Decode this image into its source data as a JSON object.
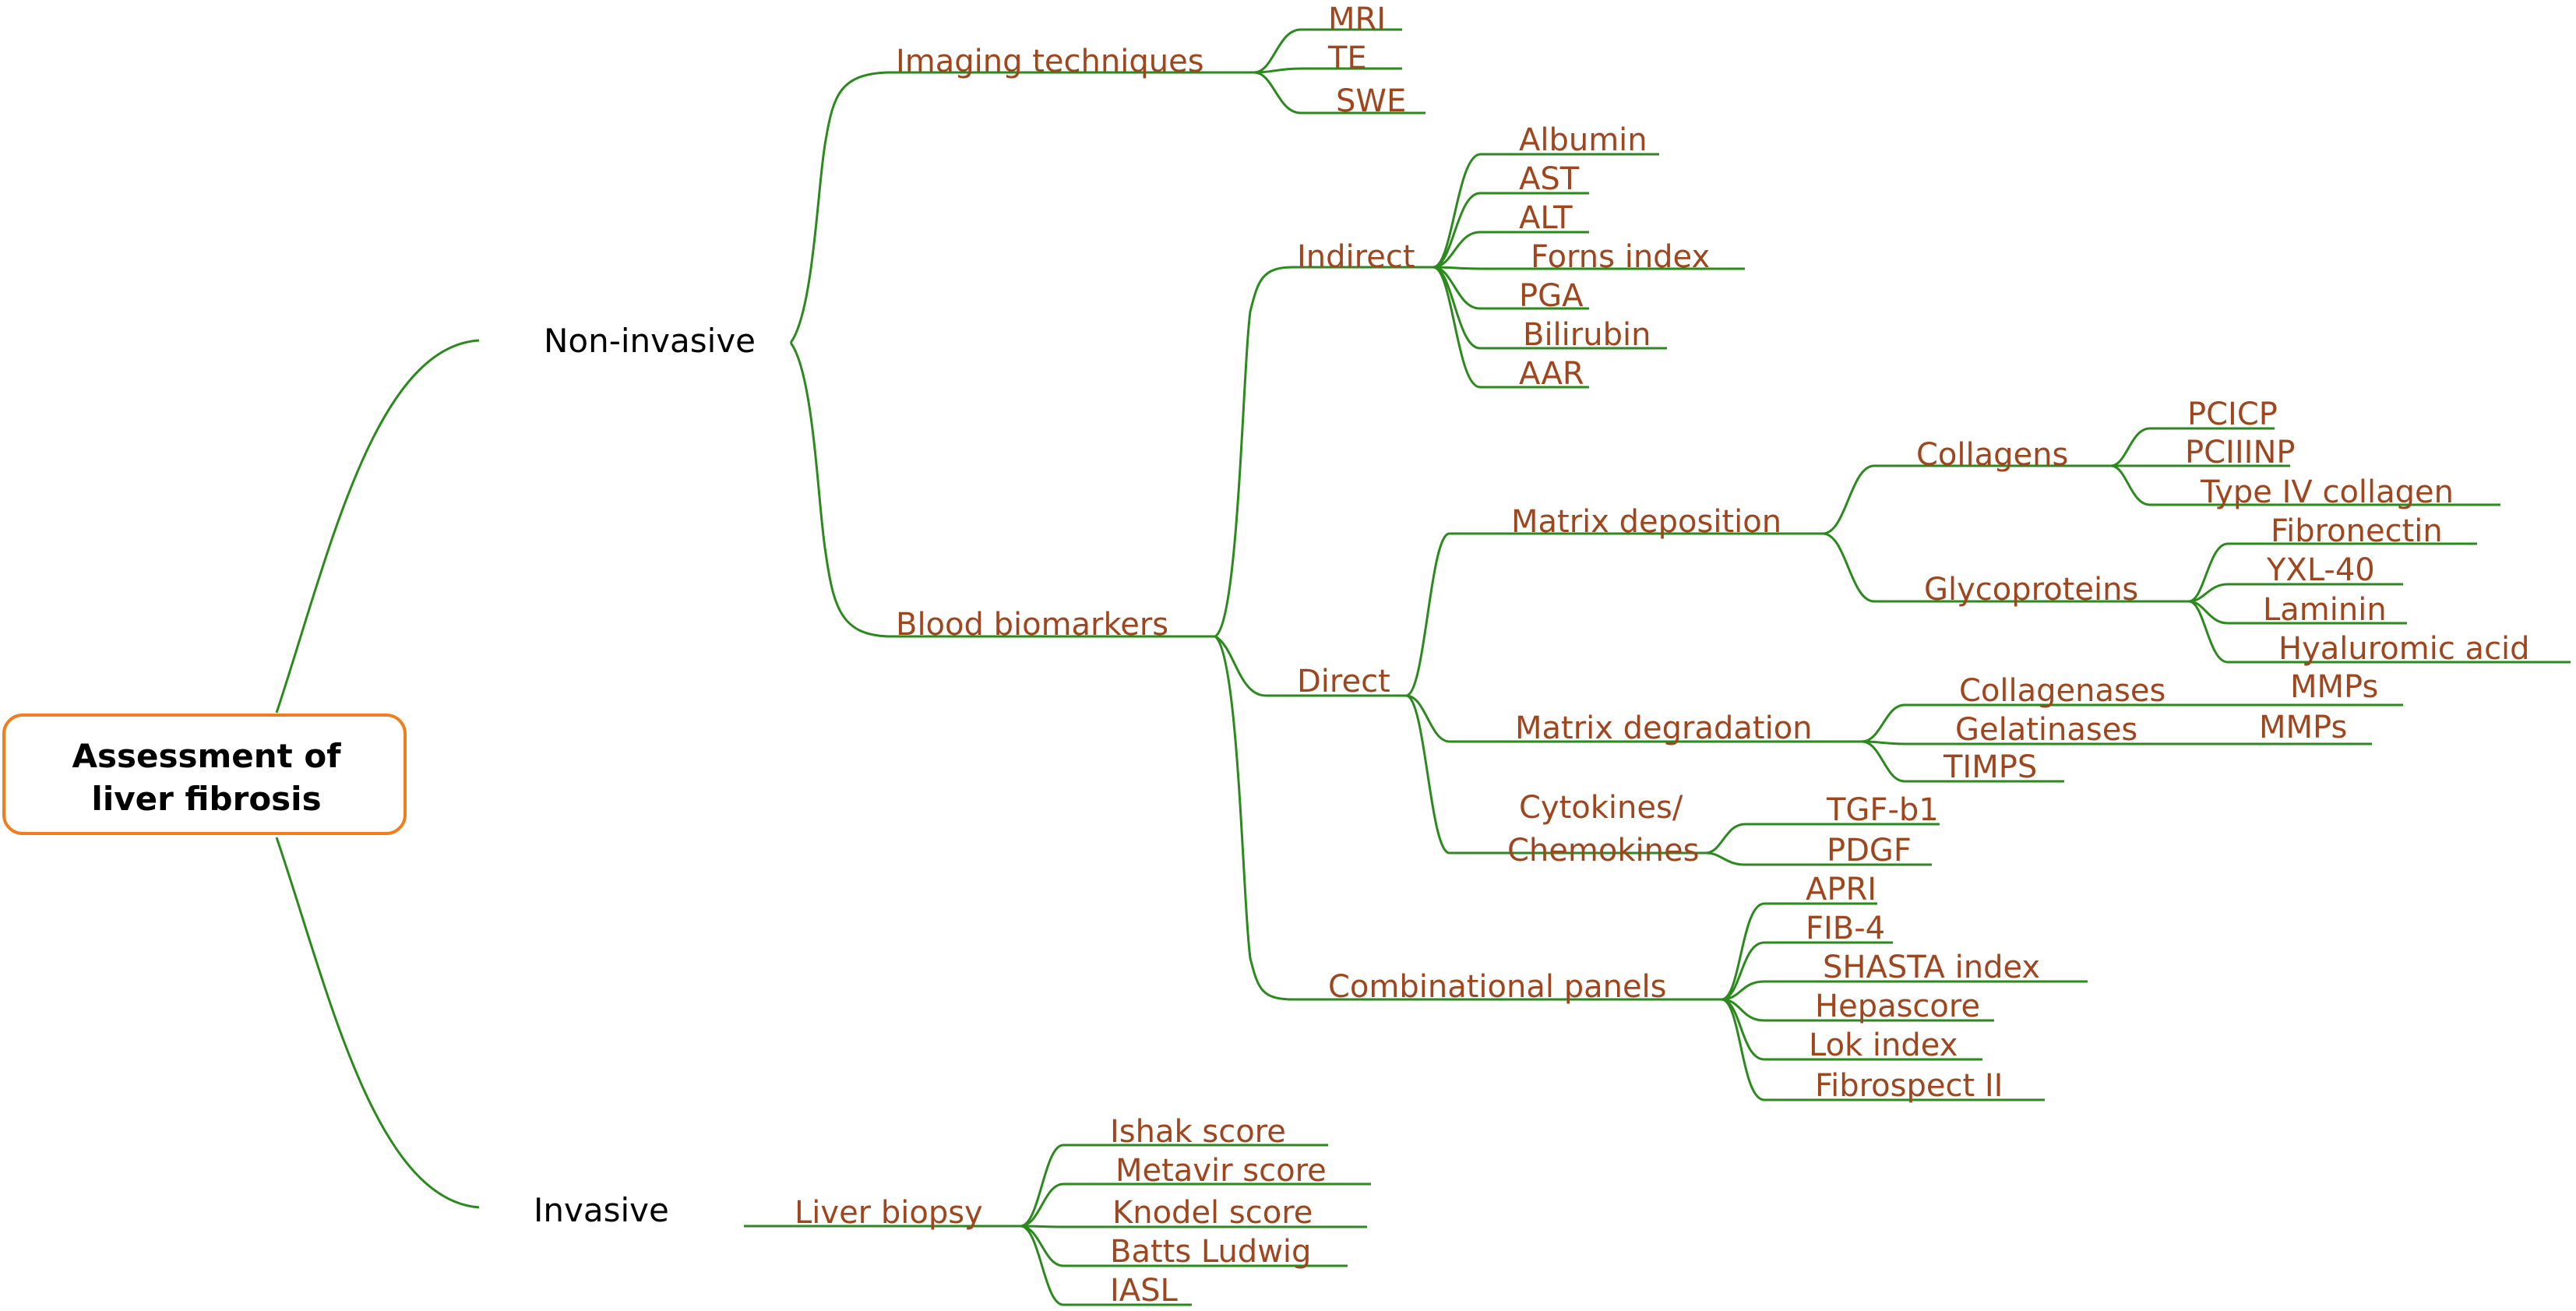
{
  "root": {
    "line1": "Assessment of",
    "line2": "liver fibrosis"
  },
  "categories": {
    "noninvasive": "Non-invasive",
    "invasive": "Invasive"
  },
  "imaging": {
    "label": "Imaging techniques",
    "items": [
      "MRI",
      "TE",
      "SWE"
    ]
  },
  "blood": {
    "label": "Blood biomarkers",
    "indirect": {
      "label": "Indirect",
      "items": [
        "Albumin",
        "AST",
        "ALT",
        "Forns index",
        "PGA",
        "Bilirubin",
        "AAR"
      ]
    },
    "direct": {
      "label": "Direct",
      "matrix_deposition": {
        "label": "Matrix deposition",
        "collagens": {
          "label": "Collagens",
          "items": [
            "PCICP",
            "PCIIINP",
            "Type IV collagen"
          ]
        },
        "glycoproteins": {
          "label": "Glycoproteins",
          "items": [
            "Fibronectin",
            "YXL-40",
            "Laminin",
            "Hyaluromic acid"
          ]
        }
      },
      "matrix_degradation": {
        "label": "Matrix degradation",
        "collagenases": "Collagenases",
        "collagenases_mmps": "MMPs",
        "gelatinases": "Gelatinases",
        "gelatinases_mmps": "MMPs",
        "timps": "TIMPS"
      },
      "cytokines": {
        "line1": "Cytokines/",
        "line2": "Chemokines",
        "items": [
          "TGF-b1",
          "PDGF"
        ]
      }
    },
    "combinational": {
      "label": "Combinational panels",
      "items": [
        "APRI",
        "FIB-4",
        "SHASTA index",
        "Hepascore",
        "Lok index",
        "Fibrospect II"
      ]
    }
  },
  "biopsy": {
    "label": "Liver biopsy",
    "items": [
      "Ishak score",
      "Metavir score",
      "Knodel score",
      "Batts Ludwig",
      "IASL"
    ]
  },
  "colors": {
    "edge": "#2a8a1c",
    "label": "#a0461e",
    "root_border": "#f07d1e"
  }
}
